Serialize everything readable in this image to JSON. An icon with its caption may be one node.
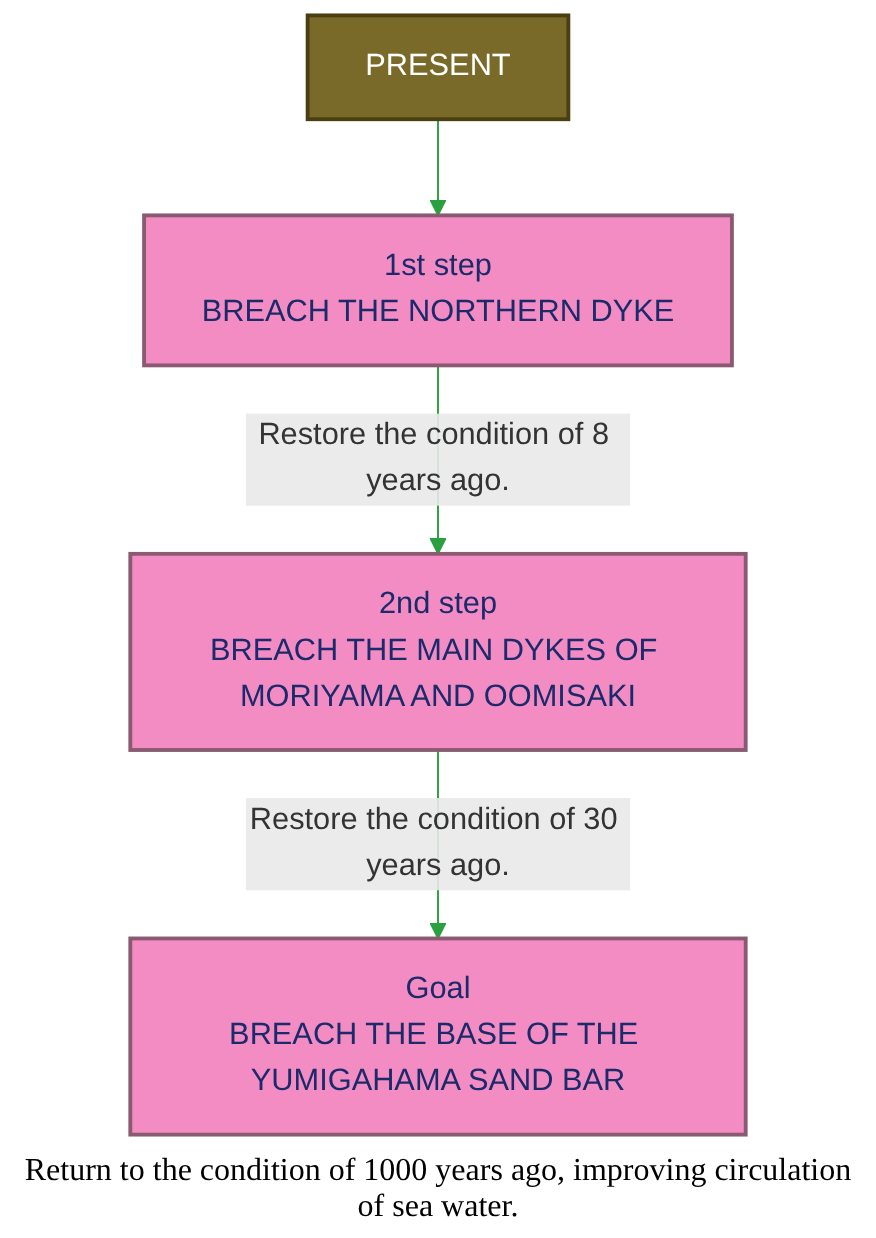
{
  "diagram": {
    "nodes": [
      {
        "text": [
          "PRESENT"
        ]
      },
      {
        "text": [
          "1st step",
          "BREACH THE NORTHERN DYKE"
        ]
      },
      {
        "text": [
          "2nd step",
          "BREACH THE MAIN DYKES OF MORIYAMA AND OOMISAKI"
        ]
      },
      {
        "text": [
          "Goal",
          "BREACH THE BASE OF THE YUMIGAHAMA SAND BAR"
        ],
        "beside": [
          "Return to the condition of 1000 years ago, improving circulation of sea water."
        ]
      }
    ],
    "edges": [
      {
        "from": 0,
        "to": 1,
        "arrow": "to"
      },
      {
        "from": 1,
        "to": 2,
        "label": "Restore the condition of 8 years ago.",
        "arrow": "to"
      },
      {
        "from": 2,
        "to": 3,
        "label": "Restore the condition of 30 years ago.",
        "arrow": "to"
      }
    ]
  }
}
